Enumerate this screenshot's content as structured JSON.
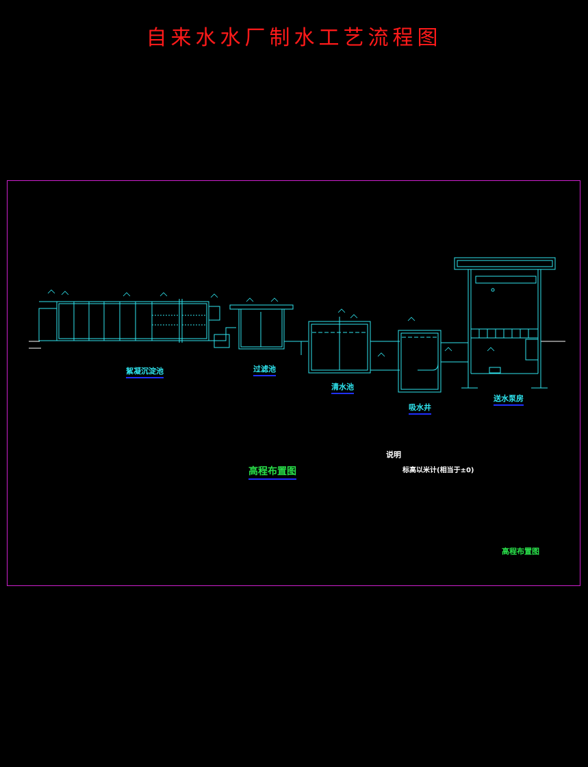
{
  "title": "自来水水厂制水工艺流程图",
  "labels": {
    "sedimentation": "絮凝沉淀池",
    "filter": "过滤池",
    "clear_well": "清水池",
    "suction_well": "吸水井",
    "pump_house": "送水泵房",
    "elevation_layout": "高程布置图",
    "elevation_layout_corner": "高程布置图",
    "note_heading": "说明",
    "note_text": "标高以米计(相当于±0)"
  },
  "colors": {
    "title": "#ff1a1a",
    "lines": "#2fe6f0",
    "frame": "#d020d0",
    "accent_green": "#29e04a",
    "underline": "#2030ff"
  }
}
